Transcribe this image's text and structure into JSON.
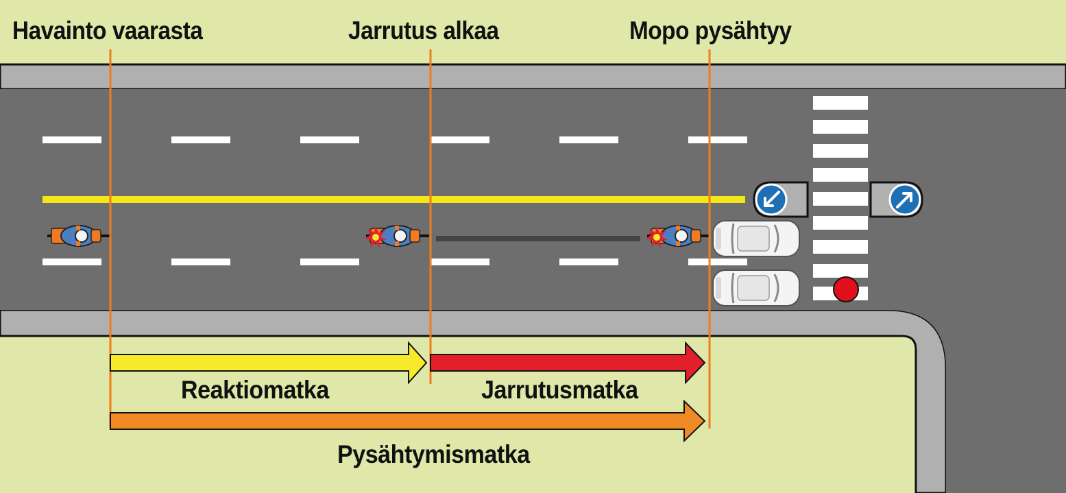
{
  "labels": {
    "hazard_detected": "Havainto vaarasta",
    "braking_starts": "Jarrutus alkaa",
    "moped_stops": "Mopo pysähtyy",
    "reaction_distance": "Reaktiomatka",
    "braking_distance": "Jarrutusmatka",
    "stopping_distance": "Pysähtymismatka"
  },
  "colors": {
    "grass": "#dfe8a8",
    "road": "#6e6e6e",
    "curb": "#b0b0b0",
    "lane_marking": "#ffffff",
    "center_line": "#f5e51b",
    "marker_line": "#ef7d1a",
    "reaction_arrow": "#f7ea2a",
    "braking_arrow": "#e2202c",
    "stopping_arrow": "#f08a24",
    "sign_blue": "#1f6fb5",
    "pedestrian_light": "#e2101c"
  },
  "icons": [
    "moped-icon",
    "car-icon",
    "keep-right-sign-icon",
    "keep-left-sign-icon",
    "traffic-light-icon",
    "brake-light-icon"
  ]
}
